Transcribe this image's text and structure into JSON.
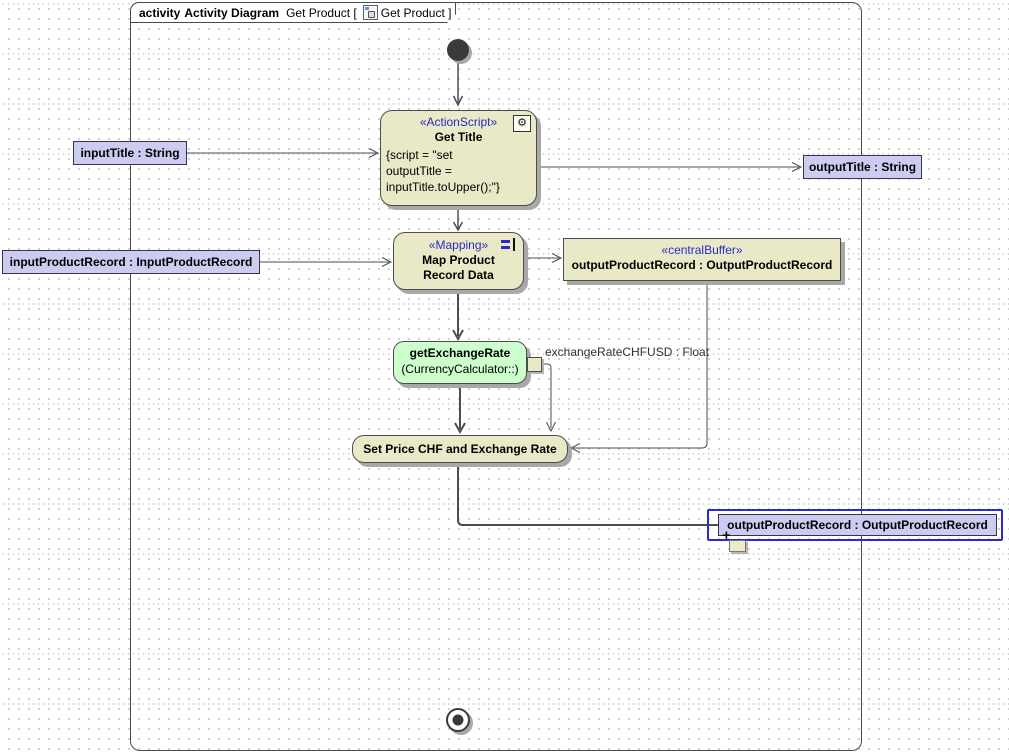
{
  "frame_header": {
    "keyword": "activity",
    "diagram_type": "Activity Diagram",
    "context": "Get Product [",
    "diagram_ref": "Get Product ]"
  },
  "nodes": {
    "get_title_action": {
      "stereotype": "«ActionScript»",
      "name": "Get Title",
      "script": "{script = \"set\noutputTitle =\ninputTitle.toUpper();\"}"
    },
    "map_product_action": {
      "stereotype": "«Mapping»",
      "name": "Map Product\nRecord Data"
    },
    "central_buffer": {
      "stereotype": "«centralBuffer»",
      "name": "outputProductRecord : OutputProductRecord"
    },
    "get_exchange_rate_action": {
      "name": "getExchangeRate",
      "owner": "(CurrencyCalculator::)"
    },
    "set_price_action": {
      "name": "Set Price CHF and Exchange Rate"
    },
    "param_input_title": {
      "name": "inputTitle : String"
    },
    "param_output_title": {
      "name": "outputTitle : String"
    },
    "param_input_product_record": {
      "name": "inputProductRecord : InputProductRecord"
    },
    "param_output_product_record": {
      "name": "outputProductRecord : OutputProductRecord"
    }
  },
  "labels": {
    "exchange_rate_pin": "exchangeRateCHFUSD : Float",
    "selection_plus": "+"
  },
  "icons": {
    "actionscript_gear": "⚙"
  },
  "colors": {
    "action_fill": "#e9e9c7",
    "object_node_fill": "#ccccf0",
    "call_behavior_fill": "#ccffcc",
    "stereotype_text": "#2a2ac8",
    "selection_blue": "#2b2bd5",
    "edge": "#4d4d4d"
  }
}
